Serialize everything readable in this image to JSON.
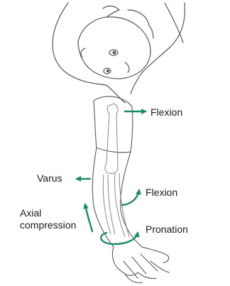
{
  "labels": {
    "flexion_upper": "Flexion",
    "varus": "Varus",
    "flexion_lower": "Flexion",
    "axial_line1": "Axial",
    "axial_line2": "compression",
    "pronation": "Pronation"
  },
  "colors": {
    "arrow": "#1e8a64",
    "outline": "#555555",
    "text": "#1a1a1a"
  }
}
